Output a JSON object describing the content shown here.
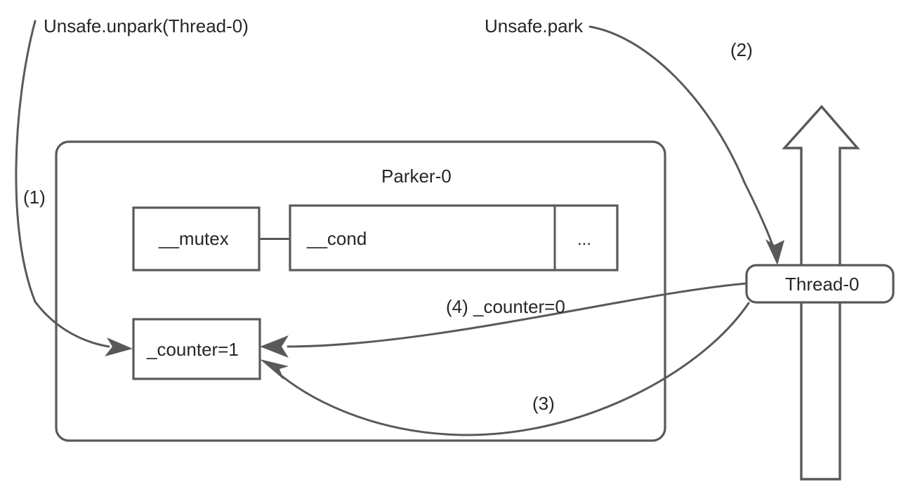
{
  "diagram": {
    "title": "Parker / Thread park-unpark state diagram",
    "colors": {
      "stroke": "#595959",
      "text": "#262626",
      "background": "#ffffff"
    },
    "container": {
      "label": "Parker-0"
    },
    "fields": {
      "mutex": "__mutex",
      "cond": "__cond",
      "ellipsis": "...",
      "counter": "_counter=1"
    },
    "thread": {
      "label": "Thread-0"
    },
    "callouts": {
      "unpark": "Unsafe.unpark(Thread-0)",
      "park": "Unsafe.park"
    },
    "steps": {
      "one": "(1)",
      "two": "(2)",
      "three": "(3)",
      "four": "(4) _counter=0"
    }
  }
}
